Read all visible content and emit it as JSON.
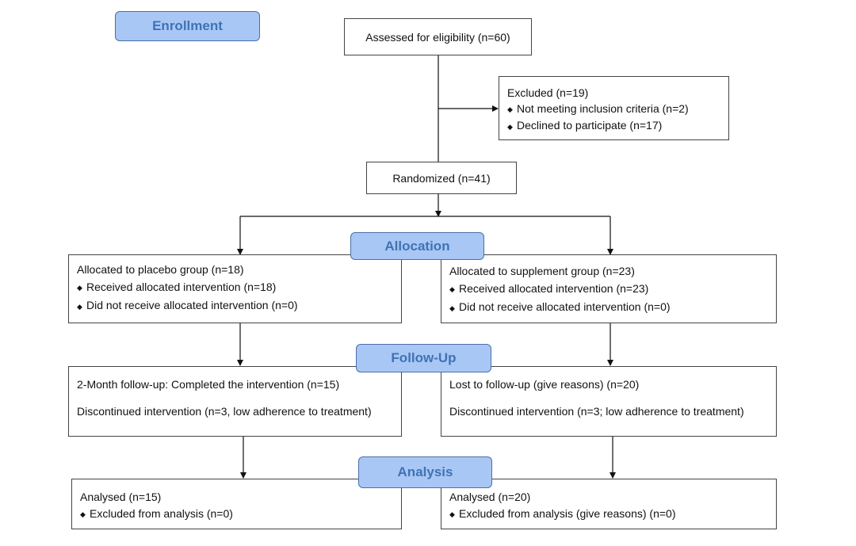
{
  "stages": {
    "enrollment": "Enrollment",
    "allocation": "Allocation",
    "followup": "Follow-Up",
    "analysis": "Analysis"
  },
  "assessed": "Assessed for eligibility (n=60)",
  "excluded": {
    "title": "Excluded (n=19)",
    "items": [
      "Not meeting inclusion criteria (n=2)",
      "Declined to participate (n=17)"
    ]
  },
  "randomized": "Randomized (n=41)",
  "placebo_alloc": {
    "title": "Allocated to placebo group (n=18)",
    "items": [
      "Received allocated intervention (n=18)",
      "Did not receive allocated intervention (n=0)"
    ]
  },
  "supplement_alloc": {
    "title": "Allocated to supplement group (n=23)",
    "items": [
      "Received allocated intervention (n=23)",
      "Did not receive allocated intervention (n=0)"
    ]
  },
  "placebo_followup": {
    "line1": "2-Month follow-up: Completed the intervention (n=15)",
    "line2": "Discontinued intervention (n=3, low adherence to treatment)"
  },
  "supplement_followup": {
    "line1": "Lost to follow-up (give reasons) (n=20)",
    "line2": "Discontinued intervention (n=3; low adherence to treatment)"
  },
  "placebo_analysis": {
    "title": "Analysed (n=15)",
    "items": [
      "Excluded from analysis (n=0)"
    ]
  },
  "supplement_analysis": {
    "title": "Analysed (n=20)",
    "items": [
      "Excluded from analysis (give reasons) (n=0)"
    ]
  },
  "bullet_glyph": "◆"
}
